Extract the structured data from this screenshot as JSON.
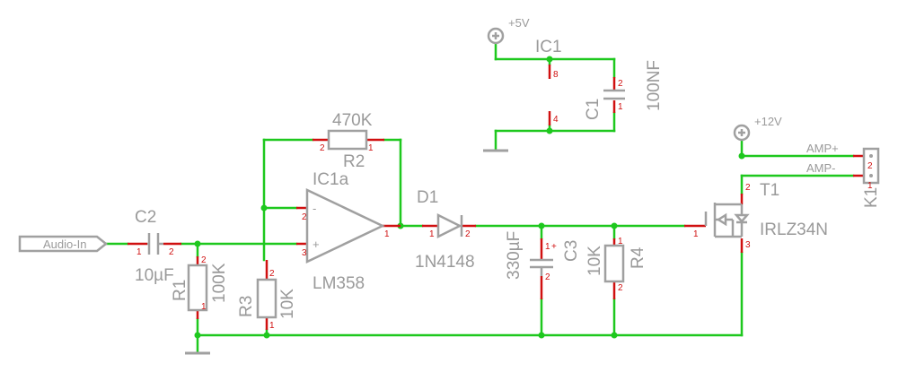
{
  "nets": {
    "vcc5": "+5V",
    "vcc12": "+12V",
    "amp_plus": "AMP+",
    "amp_minus": "AMP-",
    "audio_in": "Audio-In"
  },
  "components": {
    "C2": {
      "name": "C2",
      "value": "10µF",
      "pin1": "1",
      "pin2": "2"
    },
    "R1": {
      "name": "R1",
      "value": "100K",
      "pin1": "1",
      "pin2": "2"
    },
    "R3": {
      "name": "R3",
      "value": "10K",
      "pin1": "1",
      "pin2": "2"
    },
    "R2": {
      "name": "R2",
      "value": "470K",
      "pin1": "1",
      "pin2": "2"
    },
    "IC1a": {
      "name": "IC1a",
      "value": "LM358",
      "inv": "-",
      "noninv": "+",
      "pin_inv": "2",
      "pin_noninv": "3",
      "pin_out": "1"
    },
    "IC1": {
      "name": "IC1",
      "pin_vcc": "8",
      "pin_gnd": "4"
    },
    "C1": {
      "name": "C1",
      "value": "100NF",
      "pin1": "1",
      "pin2": "2"
    },
    "D1": {
      "name": "D1",
      "value": "1N4148",
      "pin1": "1",
      "pin2": "2"
    },
    "C3": {
      "name": "C3",
      "value": "330µF",
      "pin1": "1",
      "pin2": "2",
      "polarity": "+"
    },
    "R4": {
      "name": "R4",
      "value": "10K",
      "pin1": "1",
      "pin2": "2"
    },
    "T1": {
      "name": "T1",
      "value": "IRLZ34N",
      "pin_gate": "1",
      "pin_drain": "2",
      "pin_source": "3"
    },
    "K1": {
      "name": "K1",
      "pin1": "1",
      "pin2": "2"
    }
  },
  "colors": {
    "wire": "#1ec81e",
    "pin": "#d01010",
    "symbol": "#a0a0a0"
  }
}
